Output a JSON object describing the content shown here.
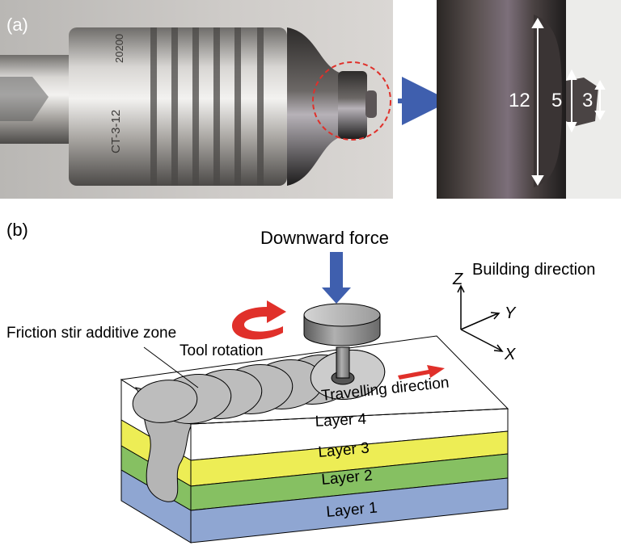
{
  "panels": {
    "a": {
      "label": "(a)"
    },
    "b": {
      "label": "(b)"
    }
  },
  "photo_a": {
    "tool_engraving_1": "CT-3-12",
    "tool_engraving_2": "20200",
    "dimensions": {
      "shoulder": "12",
      "pin_root": "5",
      "pin_tip": "3"
    }
  },
  "schematic_b": {
    "downward_force": "Downward force",
    "building_direction": "Building direction",
    "axes": {
      "z": "Z",
      "y": "Y",
      "x": "X"
    },
    "friction_zone": "Friction stir additive zone",
    "tool_rotation": "Tool rotation",
    "travelling_direction": "Travelling direction",
    "layers": [
      "Layer  4",
      "Layer  3",
      "Layer  2",
      "Layer  1"
    ]
  },
  "colors": {
    "arrow_blue": "#3F5FAE",
    "arrow_red": "#E0302A",
    "layer4": "#FFFFFF",
    "layer3": "#EDED55",
    "layer2": "#86C062",
    "layer1": "#8FA6D2",
    "stir_zone": "#BDBDBD"
  }
}
